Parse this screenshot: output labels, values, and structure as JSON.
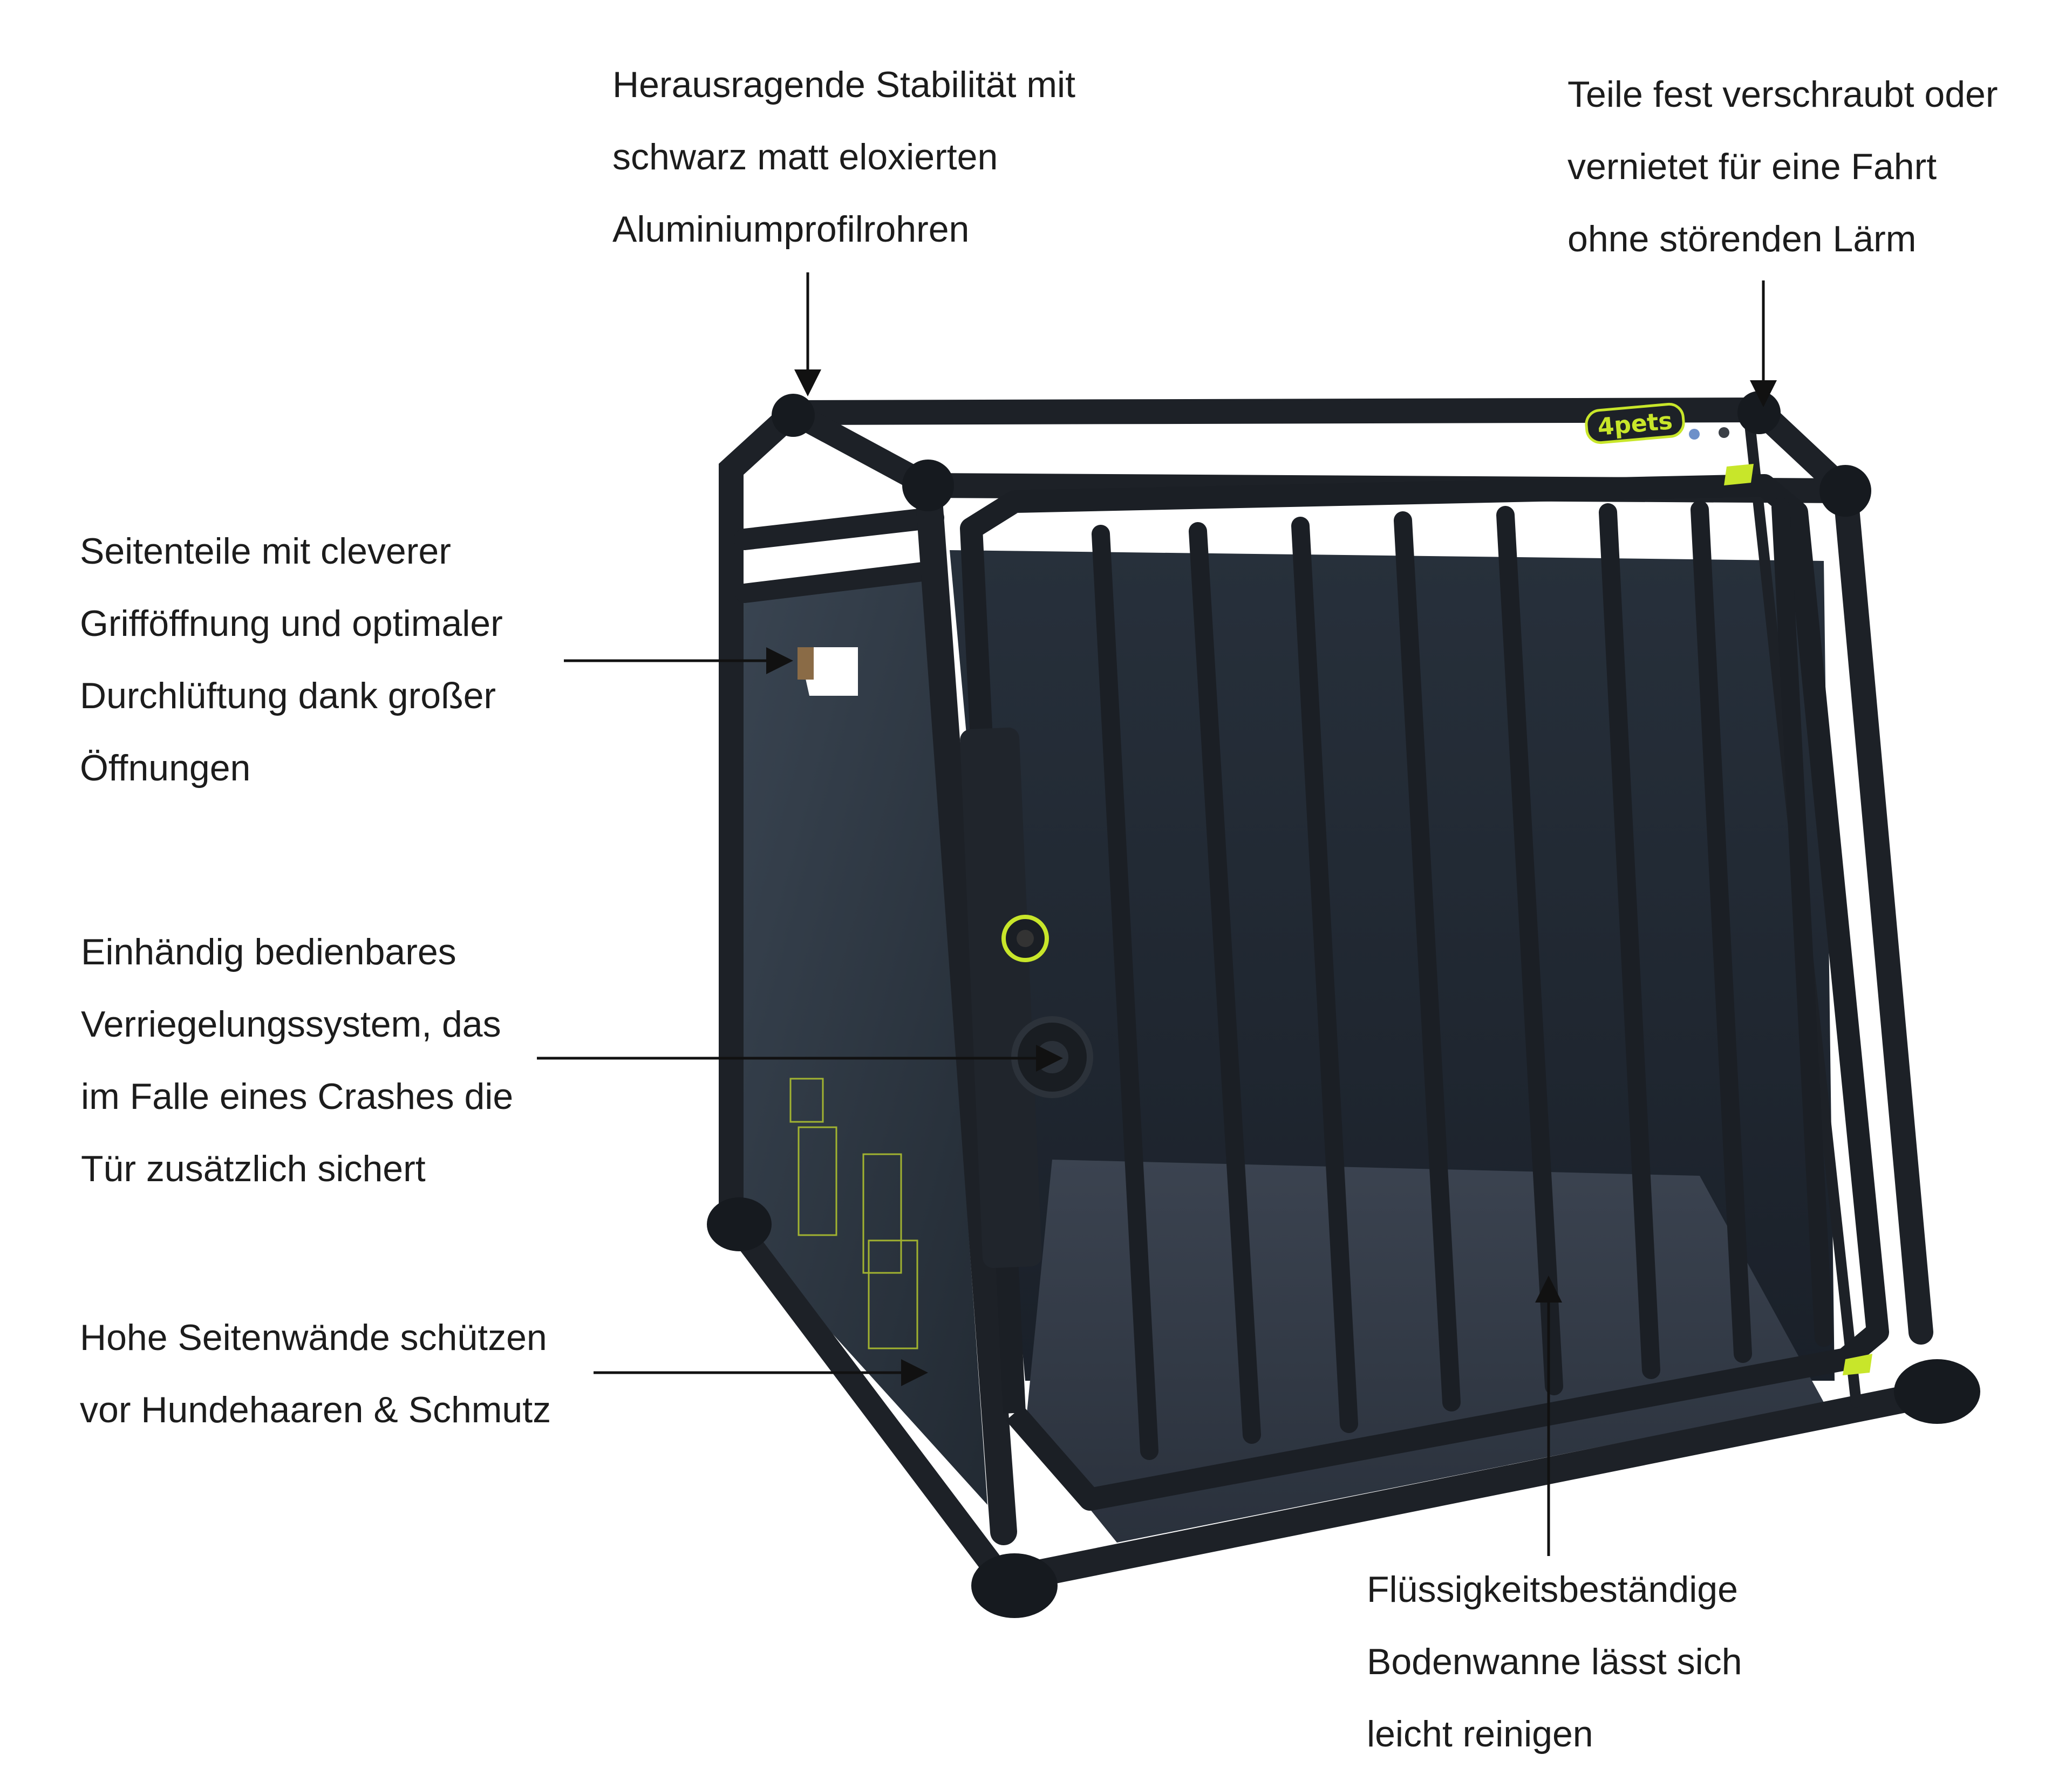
{
  "brand": {
    "logo_text": "4pets",
    "accent": "#c8e62a"
  },
  "colors": {
    "frame": "#1d2127",
    "panel": "#2b3440",
    "floor": "#2e3541",
    "arrow": "#111111"
  },
  "callouts": {
    "top_left": {
      "lines": [
        "Herausragende Stabilität mit",
        "schwarz matt eloxierten",
        "Aluminiumprofilrohren"
      ]
    },
    "top_right": {
      "lines": [
        "Teile fest verschraubt oder",
        "vernietet für eine Fahrt",
        "ohne störenden Lärm"
      ]
    },
    "side_left": {
      "lines": [
        "Seitenteile mit cleverer",
        "Grifföffnung und optimaler",
        "Durchlüftung dank großer",
        "Öffnungen"
      ]
    },
    "lock": {
      "lines": [
        "Einhändig bedienbares",
        "Verriegelungssystem, das",
        "im Falle eines Crashes die",
        "Tür zusätzlich sichert"
      ]
    },
    "walls": {
      "lines": [
        "Hohe Seitenwände schützen",
        "vor Hundehaaren & Schmutz"
      ]
    },
    "floor": {
      "lines": [
        "Flüssigkeitsbeständige",
        "Bodenwanne lässt sich",
        "leicht reinigen"
      ]
    }
  }
}
